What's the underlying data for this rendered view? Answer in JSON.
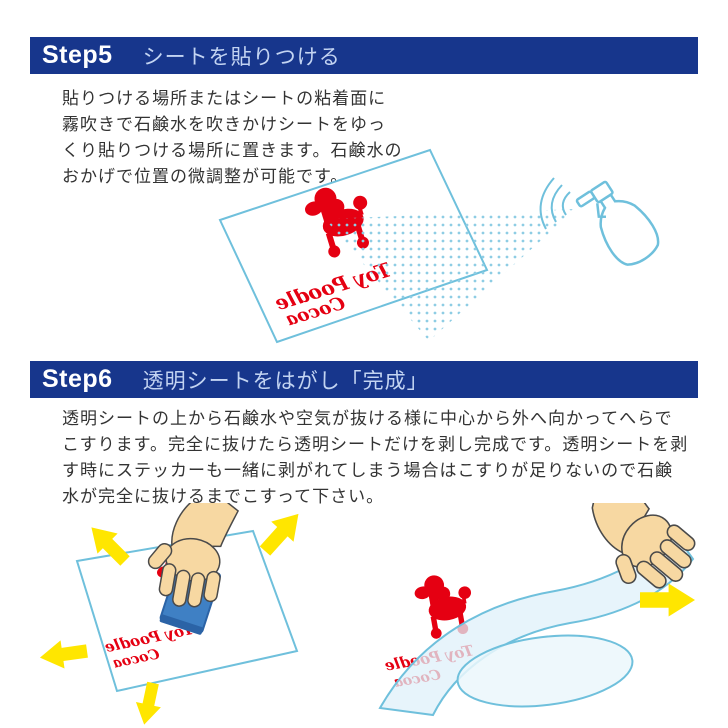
{
  "page": {
    "background": "#ffffff"
  },
  "palette": {
    "header_bg": "#17368c",
    "header_label": "#ffffff",
    "header_title": "#c3d4f2",
    "body_text": "#333333",
    "outline_blue": "#6fc0dc",
    "print_red": "#e50012",
    "arrow_yellow": "#ffe600",
    "squeegee_blue": "#3f80c4",
    "hand_skin": "#f7d8a2"
  },
  "steps": [
    {
      "label": "Step5",
      "title": "シートを貼りつける",
      "body_lines": [
        "貼りつける場所またはシートの粘着面に",
        "霧吹きで石鹸水を吹きかけシートをゆっ",
        "くり貼りつける場所に置きます。石鹸水の",
        "おかげで位置の微調整が可能です。"
      ]
    },
    {
      "label": "Step6",
      "title": "透明シートをはがし「完成」",
      "body_lines": [
        "透明シートの上から石鹸水や空気が抜ける様に中心から外へ向かってへらで",
        "こすります。完全に抜けたら透明シートだけを剥し完成です。透明シートを剥",
        "す時にステッカーも一緒に剥がれてしまう場合はこすりが足りないので石鹸",
        "水が完全に抜けるまでこすって下さい。"
      ]
    }
  ],
  "sticker_print": {
    "line1": "Toy Poodle",
    "line2": "Cocoa"
  }
}
